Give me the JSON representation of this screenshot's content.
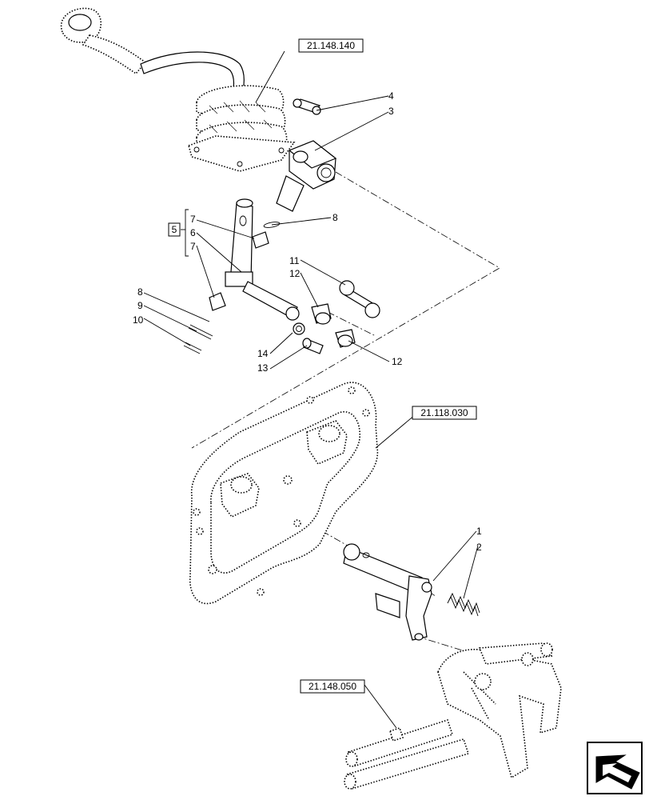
{
  "references": {
    "gear_lever": "21.148.140",
    "housing": "21.118.030",
    "fork_shafts": "21.148.050"
  },
  "callouts": {
    "c1": "1",
    "c2": "2",
    "c3": "3",
    "c4": "4",
    "c5": "5",
    "c6": "6",
    "c7a": "7",
    "c7b": "7",
    "c8a": "8",
    "c8b": "8",
    "c9": "9",
    "c10": "10",
    "c11": "11",
    "c12a": "12",
    "c12b": "12",
    "c13": "13",
    "c14": "14"
  },
  "nav": {
    "icon": "navigation-arrow-icon"
  }
}
